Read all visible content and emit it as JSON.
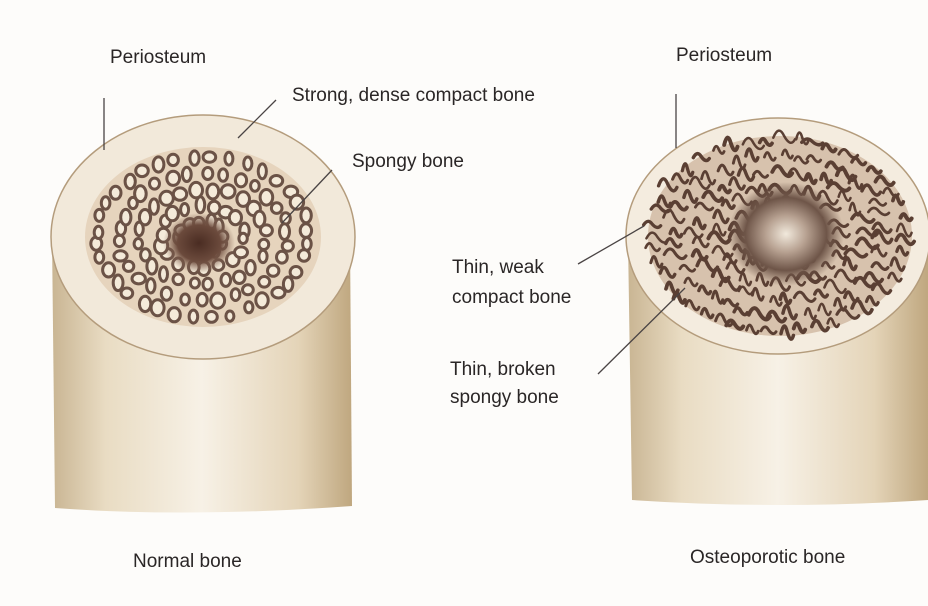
{
  "labels": {
    "periosteum_left": "Periosteum",
    "compact_strong": "Strong, dense compact bone",
    "spongy": "Spongy bone",
    "periosteum_right": "Periosteum",
    "thin_weak_line1": "Thin, weak",
    "thin_weak_line2": "compact bone",
    "thin_broken_line1": "Thin, broken",
    "thin_broken_line2": "spongy bone",
    "normal_caption": "Normal bone",
    "osteoporotic_caption": "Osteoporotic bone"
  },
  "colors": {
    "shaft": "#ebdfc9",
    "shaft_shadow": "#c7b08c",
    "cortex": "#f4ecdd",
    "pore": "#6b5246",
    "marrow": "#5a3a2e",
    "leader": "#4a4444"
  }
}
